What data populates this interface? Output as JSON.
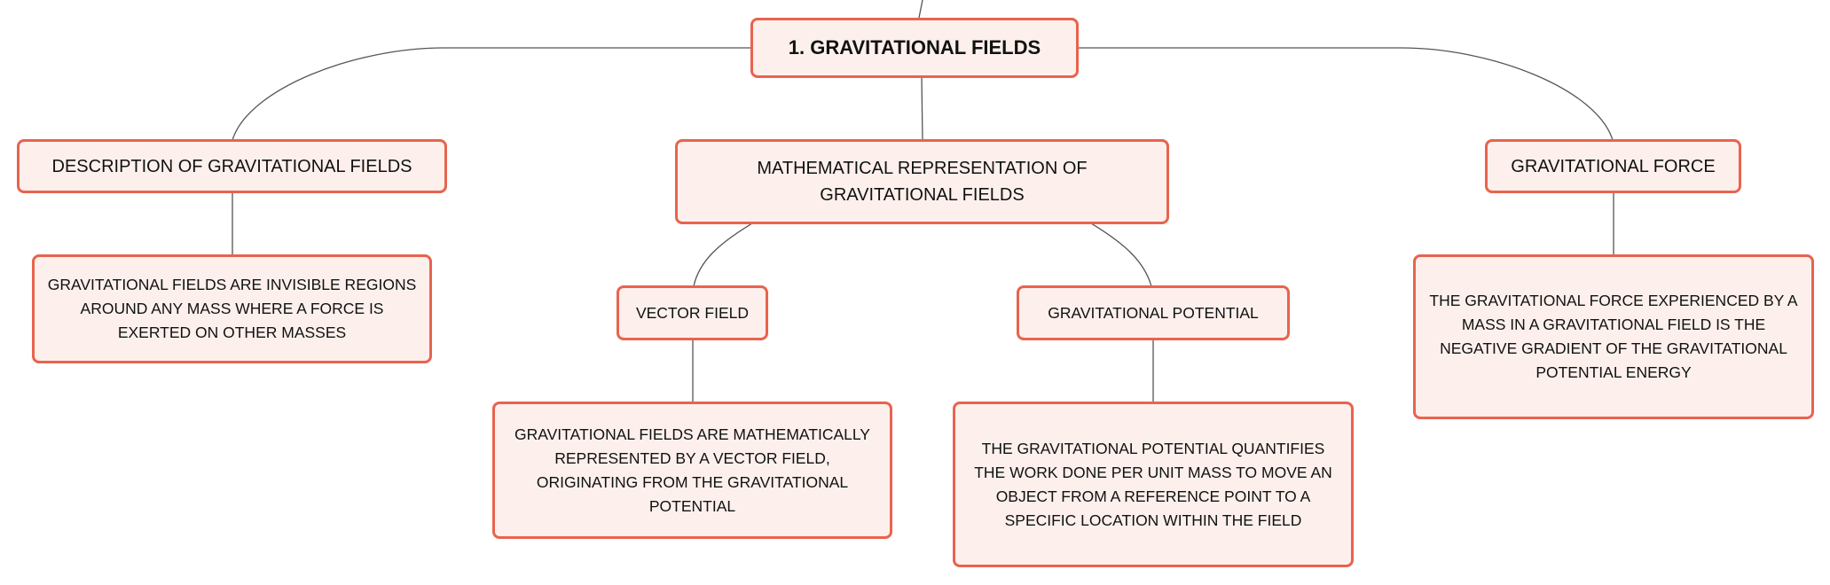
{
  "root": {
    "label": "1. GRAVITATIONAL FIELDS"
  },
  "branches": [
    {
      "label": "DESCRIPTION OF GRAVITATIONAL FIELDS",
      "detail": "GRAVITATIONAL FIELDS ARE INVISIBLE REGIONS AROUND ANY MASS WHERE A FORCE IS EXERTED ON OTHER MASSES"
    },
    {
      "label": "MATHEMATICAL REPRESENTATION OF GRAVITATIONAL FIELDS",
      "children": [
        {
          "label": "VECTOR FIELD",
          "detail": "GRAVITATIONAL FIELDS ARE MATHEMATICALLY REPRESENTED BY A VECTOR FIELD, ORIGINATING FROM THE GRAVITATIONAL POTENTIAL"
        },
        {
          "label": "GRAVITATIONAL POTENTIAL",
          "detail": "THE GRAVITATIONAL POTENTIAL QUANTIFIES THE WORK DONE PER UNIT MASS TO MOVE AN OBJECT FROM A REFERENCE POINT TO A SPECIFIC LOCATION WITHIN THE FIELD"
        }
      ]
    },
    {
      "label": "GRAVITATIONAL FORCE",
      "detail": "THE GRAVITATIONAL FORCE EXPERIENCED BY A MASS IN A GRAVITATIONAL FIELD IS THE NEGATIVE GRADIENT OF THE GRAVITATIONAL POTENTIAL ENERGY"
    }
  ],
  "colors": {
    "node_fill": "#fdf0ec",
    "node_border": "#e8634f",
    "connector": "#555555",
    "text": "#111111"
  }
}
